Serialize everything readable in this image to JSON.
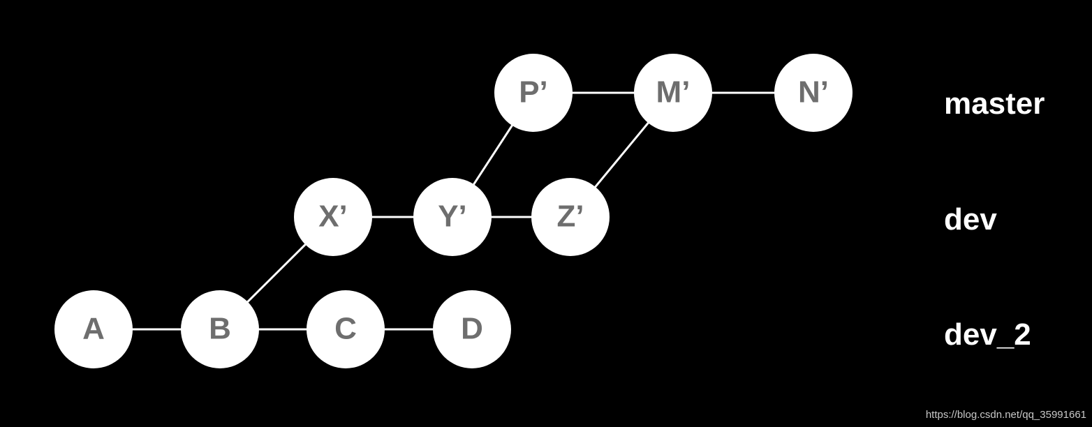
{
  "diagram": {
    "commits": [
      {
        "id": "A",
        "label": "A",
        "branch": "dev_2"
      },
      {
        "id": "B",
        "label": "B",
        "branch": "dev_2"
      },
      {
        "id": "C",
        "label": "C",
        "branch": "dev_2"
      },
      {
        "id": "D",
        "label": "D",
        "branch": "dev_2"
      },
      {
        "id": "X",
        "label": "X’",
        "branch": "dev"
      },
      {
        "id": "Y",
        "label": "Y’",
        "branch": "dev"
      },
      {
        "id": "Z",
        "label": "Z’",
        "branch": "dev"
      },
      {
        "id": "P",
        "label": "P’",
        "branch": "master"
      },
      {
        "id": "M",
        "label": "M’",
        "branch": "master"
      },
      {
        "id": "N",
        "label": "N’",
        "branch": "master"
      }
    ],
    "edges": [
      [
        "A",
        "B"
      ],
      [
        "B",
        "C"
      ],
      [
        "C",
        "D"
      ],
      [
        "B",
        "X"
      ],
      [
        "X",
        "Y"
      ],
      [
        "Y",
        "Z"
      ],
      [
        "Y",
        "P"
      ],
      [
        "Z",
        "M"
      ],
      [
        "P",
        "M"
      ],
      [
        "M",
        "N"
      ]
    ],
    "colors": {
      "background": "#000000",
      "node_fill": "#ffffff",
      "node_text": "#6e6e6e",
      "edge": "#ffffff",
      "branch_text": "#ffffff"
    }
  },
  "branches": {
    "master": "master",
    "dev": "dev",
    "dev_2": "dev_2"
  },
  "watermark": "https://blog.csdn.net/qq_35991661"
}
